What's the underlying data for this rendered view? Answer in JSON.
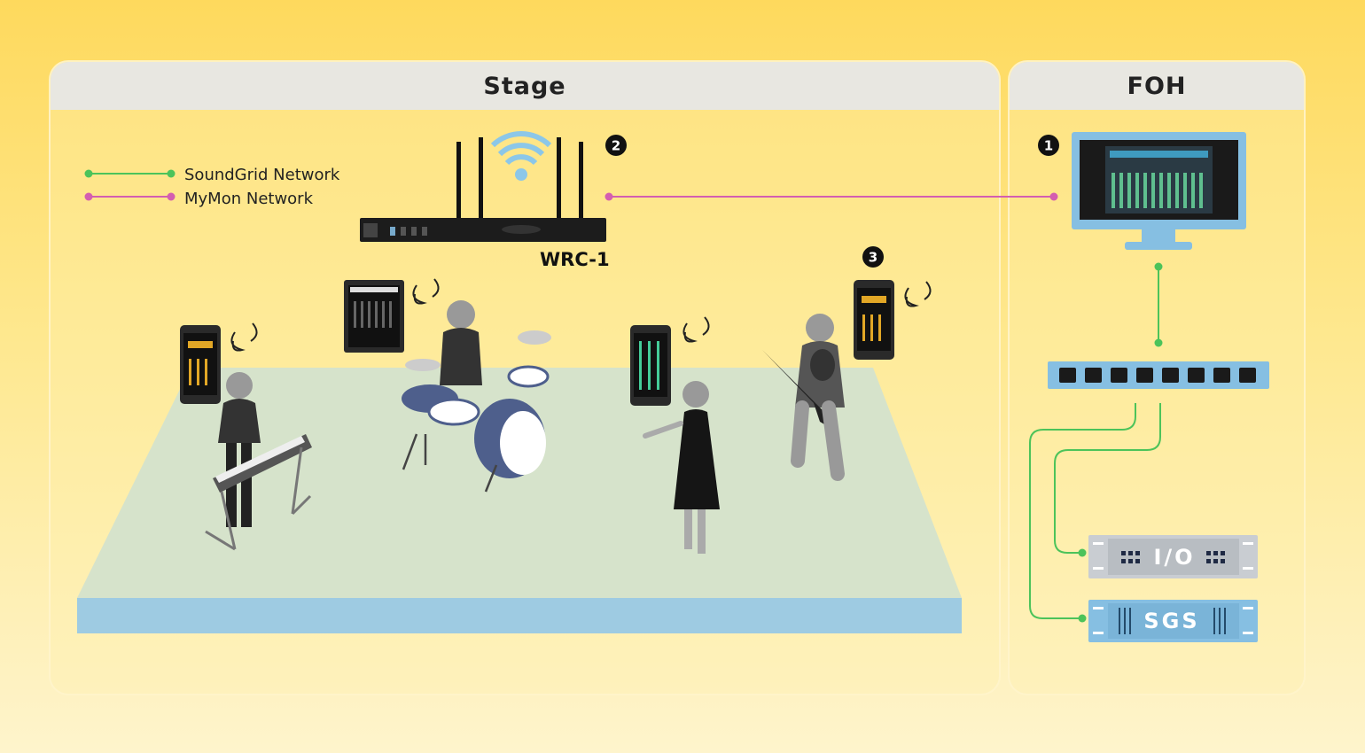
{
  "panels": {
    "stage_title": "Stage",
    "foh_title": "FOH"
  },
  "legend": {
    "soundgrid": {
      "label": "SoundGrid Network",
      "color": "#4cc35a"
    },
    "mymon": {
      "label": "MyMon Network",
      "color": "#d45eb0"
    }
  },
  "devices": {
    "router_label": "WRC-1",
    "io_label": "I/O",
    "server_label": "SGS"
  },
  "badges": [
    "1",
    "2",
    "3"
  ],
  "colors": {
    "stage_floor": "#d6e3cb",
    "stage_edge": "#9ecbe2",
    "device_blue": "#86bfe2"
  }
}
